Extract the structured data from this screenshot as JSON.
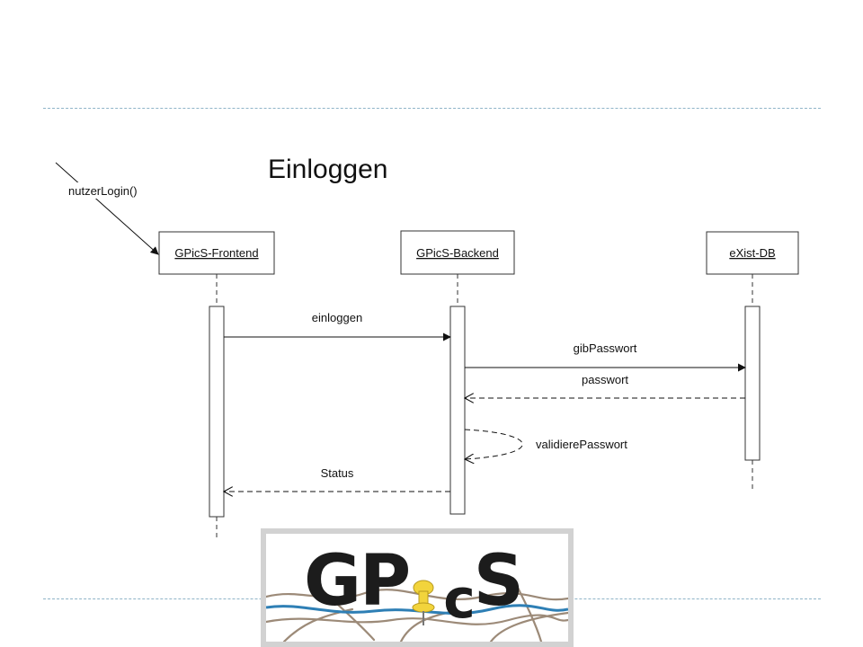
{
  "title": "Einloggen",
  "trigger": {
    "label": "nutzerLogin()"
  },
  "actors": [
    {
      "label": "GPicS-Frontend"
    },
    {
      "label": "GPicS-Backend"
    },
    {
      "label": "eXist-DB"
    }
  ],
  "messages": [
    {
      "label": "einloggen",
      "style": "synchronous"
    },
    {
      "label": "gibPasswort",
      "style": "synchronous"
    },
    {
      "label": "passwort",
      "style": "return"
    },
    {
      "label": "validierePasswort",
      "style": "self-return"
    },
    {
      "label": "Status",
      "style": "return"
    }
  ],
  "logo": {
    "text_g": "GP",
    "text_c": "c",
    "text_s": "S",
    "pin_icon": "pushpin-icon",
    "pin_color": "#f2d43c",
    "route_color": "#2e7fb5",
    "road_color": "#9c8a78"
  },
  "colors": {
    "rule": "#8fb4c8",
    "lines": "#111111"
  }
}
